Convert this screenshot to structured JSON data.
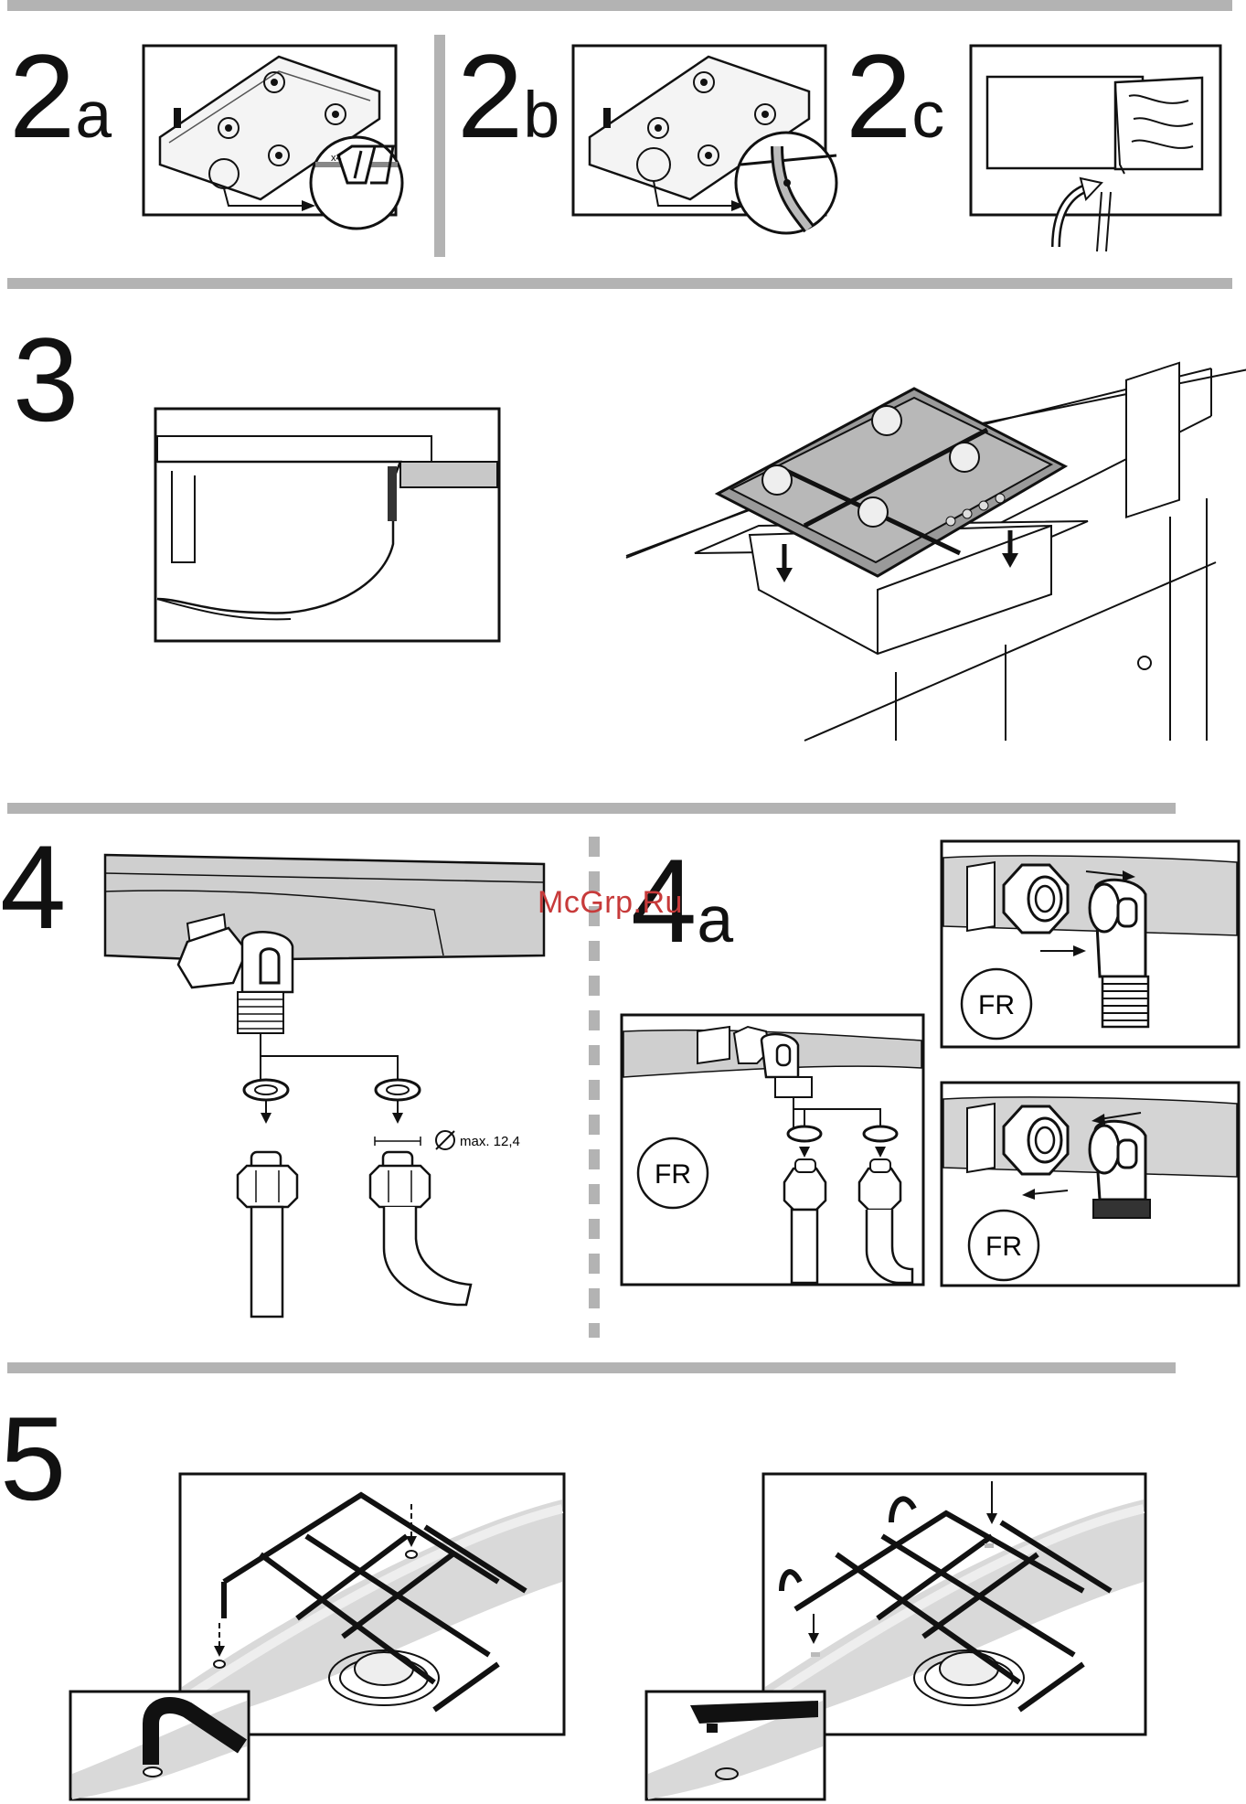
{
  "steps": {
    "s2a": {
      "num": "2",
      "sub": "a"
    },
    "s2b": {
      "num": "2",
      "sub": "b"
    },
    "s2c": {
      "num": "2",
      "sub": "c"
    },
    "s3": {
      "num": "3"
    },
    "s4": {
      "num": "4"
    },
    "s4a": {
      "num": "4",
      "sub": "a"
    },
    "s5": {
      "num": "5"
    }
  },
  "labels": {
    "x4": "x4",
    "max_diameter": "max. 12,4",
    "fr_1": "FR",
    "fr_2": "FR",
    "fr_3": "FR"
  },
  "watermark": "McGrp.Ru",
  "colors": {
    "rule": "#b3b3b3",
    "ink": "#111111",
    "watermark": "#c73a3a"
  }
}
